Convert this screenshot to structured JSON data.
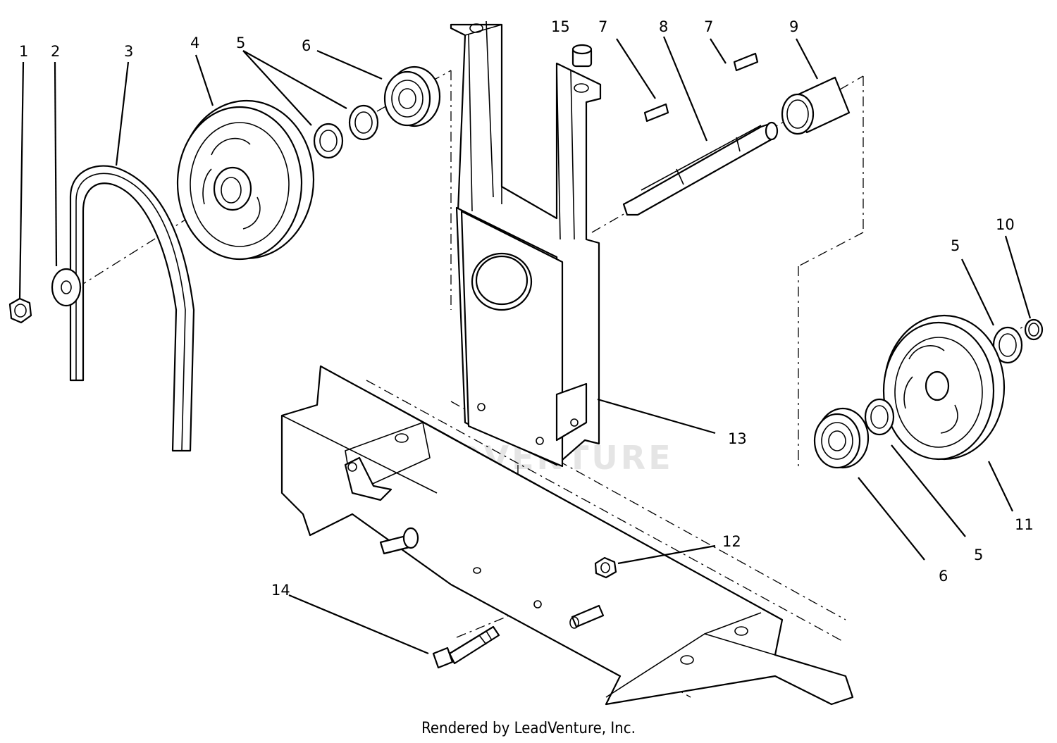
{
  "watermark": {
    "text": "LEADVENTURE"
  },
  "footer": {
    "credit": "Rendered by LeadVenture, Inc."
  },
  "callouts": {
    "c1": "1",
    "c2": "2",
    "c3": "3",
    "c4": "4",
    "c5a": "5",
    "c6a": "6",
    "c15": "15",
    "c7a": "7",
    "c8": "8",
    "c7b": "7",
    "c9": "9",
    "c10": "10",
    "c5b": "5",
    "c13": "13",
    "c11": "11",
    "c5c": "5",
    "c6b": "6",
    "c12": "12",
    "c14": "14"
  }
}
